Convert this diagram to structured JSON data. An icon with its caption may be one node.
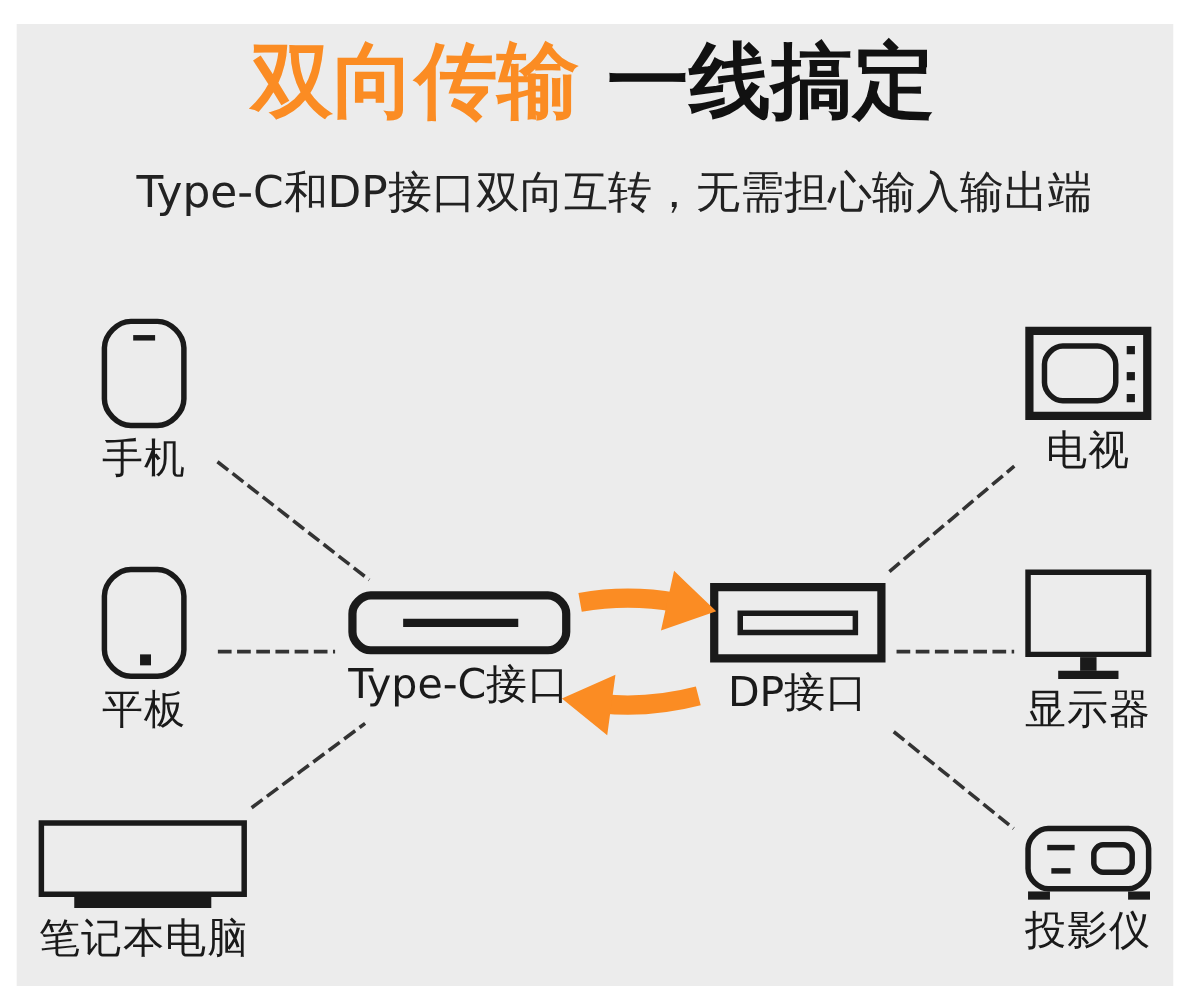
{
  "diagram": {
    "title": "双向传输 一线搞定",
    "nodes": [
      {
        "text": [
          "手机"
        ]
      },
      {
        "text": [
          "平板"
        ]
      },
      {
        "text": [
          "笔记本电脑"
        ]
      },
      {
        "text": [
          "Type-C接口"
        ]
      },
      {
        "text": [
          "DP接口"
        ]
      },
      {
        "text": [
          "电视"
        ]
      },
      {
        "text": [
          "显示器"
        ]
      },
      {
        "text": [
          "投影仪"
        ]
      }
    ],
    "edges": [
      {
        "from": 0,
        "to": 3,
        "arrow": "none",
        "style": "dashed"
      },
      {
        "from": 1,
        "to": 3,
        "arrow": "none",
        "style": "dashed"
      },
      {
        "from": 2,
        "to": 3,
        "arrow": "none",
        "style": "dashed"
      },
      {
        "from": 4,
        "to": 3,
        "arrow": "to",
        "style": "thick",
        "color": "#fb8c23"
      },
      {
        "from": 3,
        "to": 4,
        "arrow": "to",
        "style": "thick",
        "color": "#fb8c23"
      },
      {
        "from": 4,
        "to": 5,
        "arrow": "none",
        "style": "dashed"
      },
      {
        "from": 4,
        "to": 6,
        "arrow": "none",
        "style": "dashed"
      },
      {
        "from": 4,
        "to": 7,
        "arrow": "none",
        "style": "dashed"
      }
    ],
    "labels": [
      "Type-C和DP接口双向互转，无需担心输入输出端"
    ]
  }
}
